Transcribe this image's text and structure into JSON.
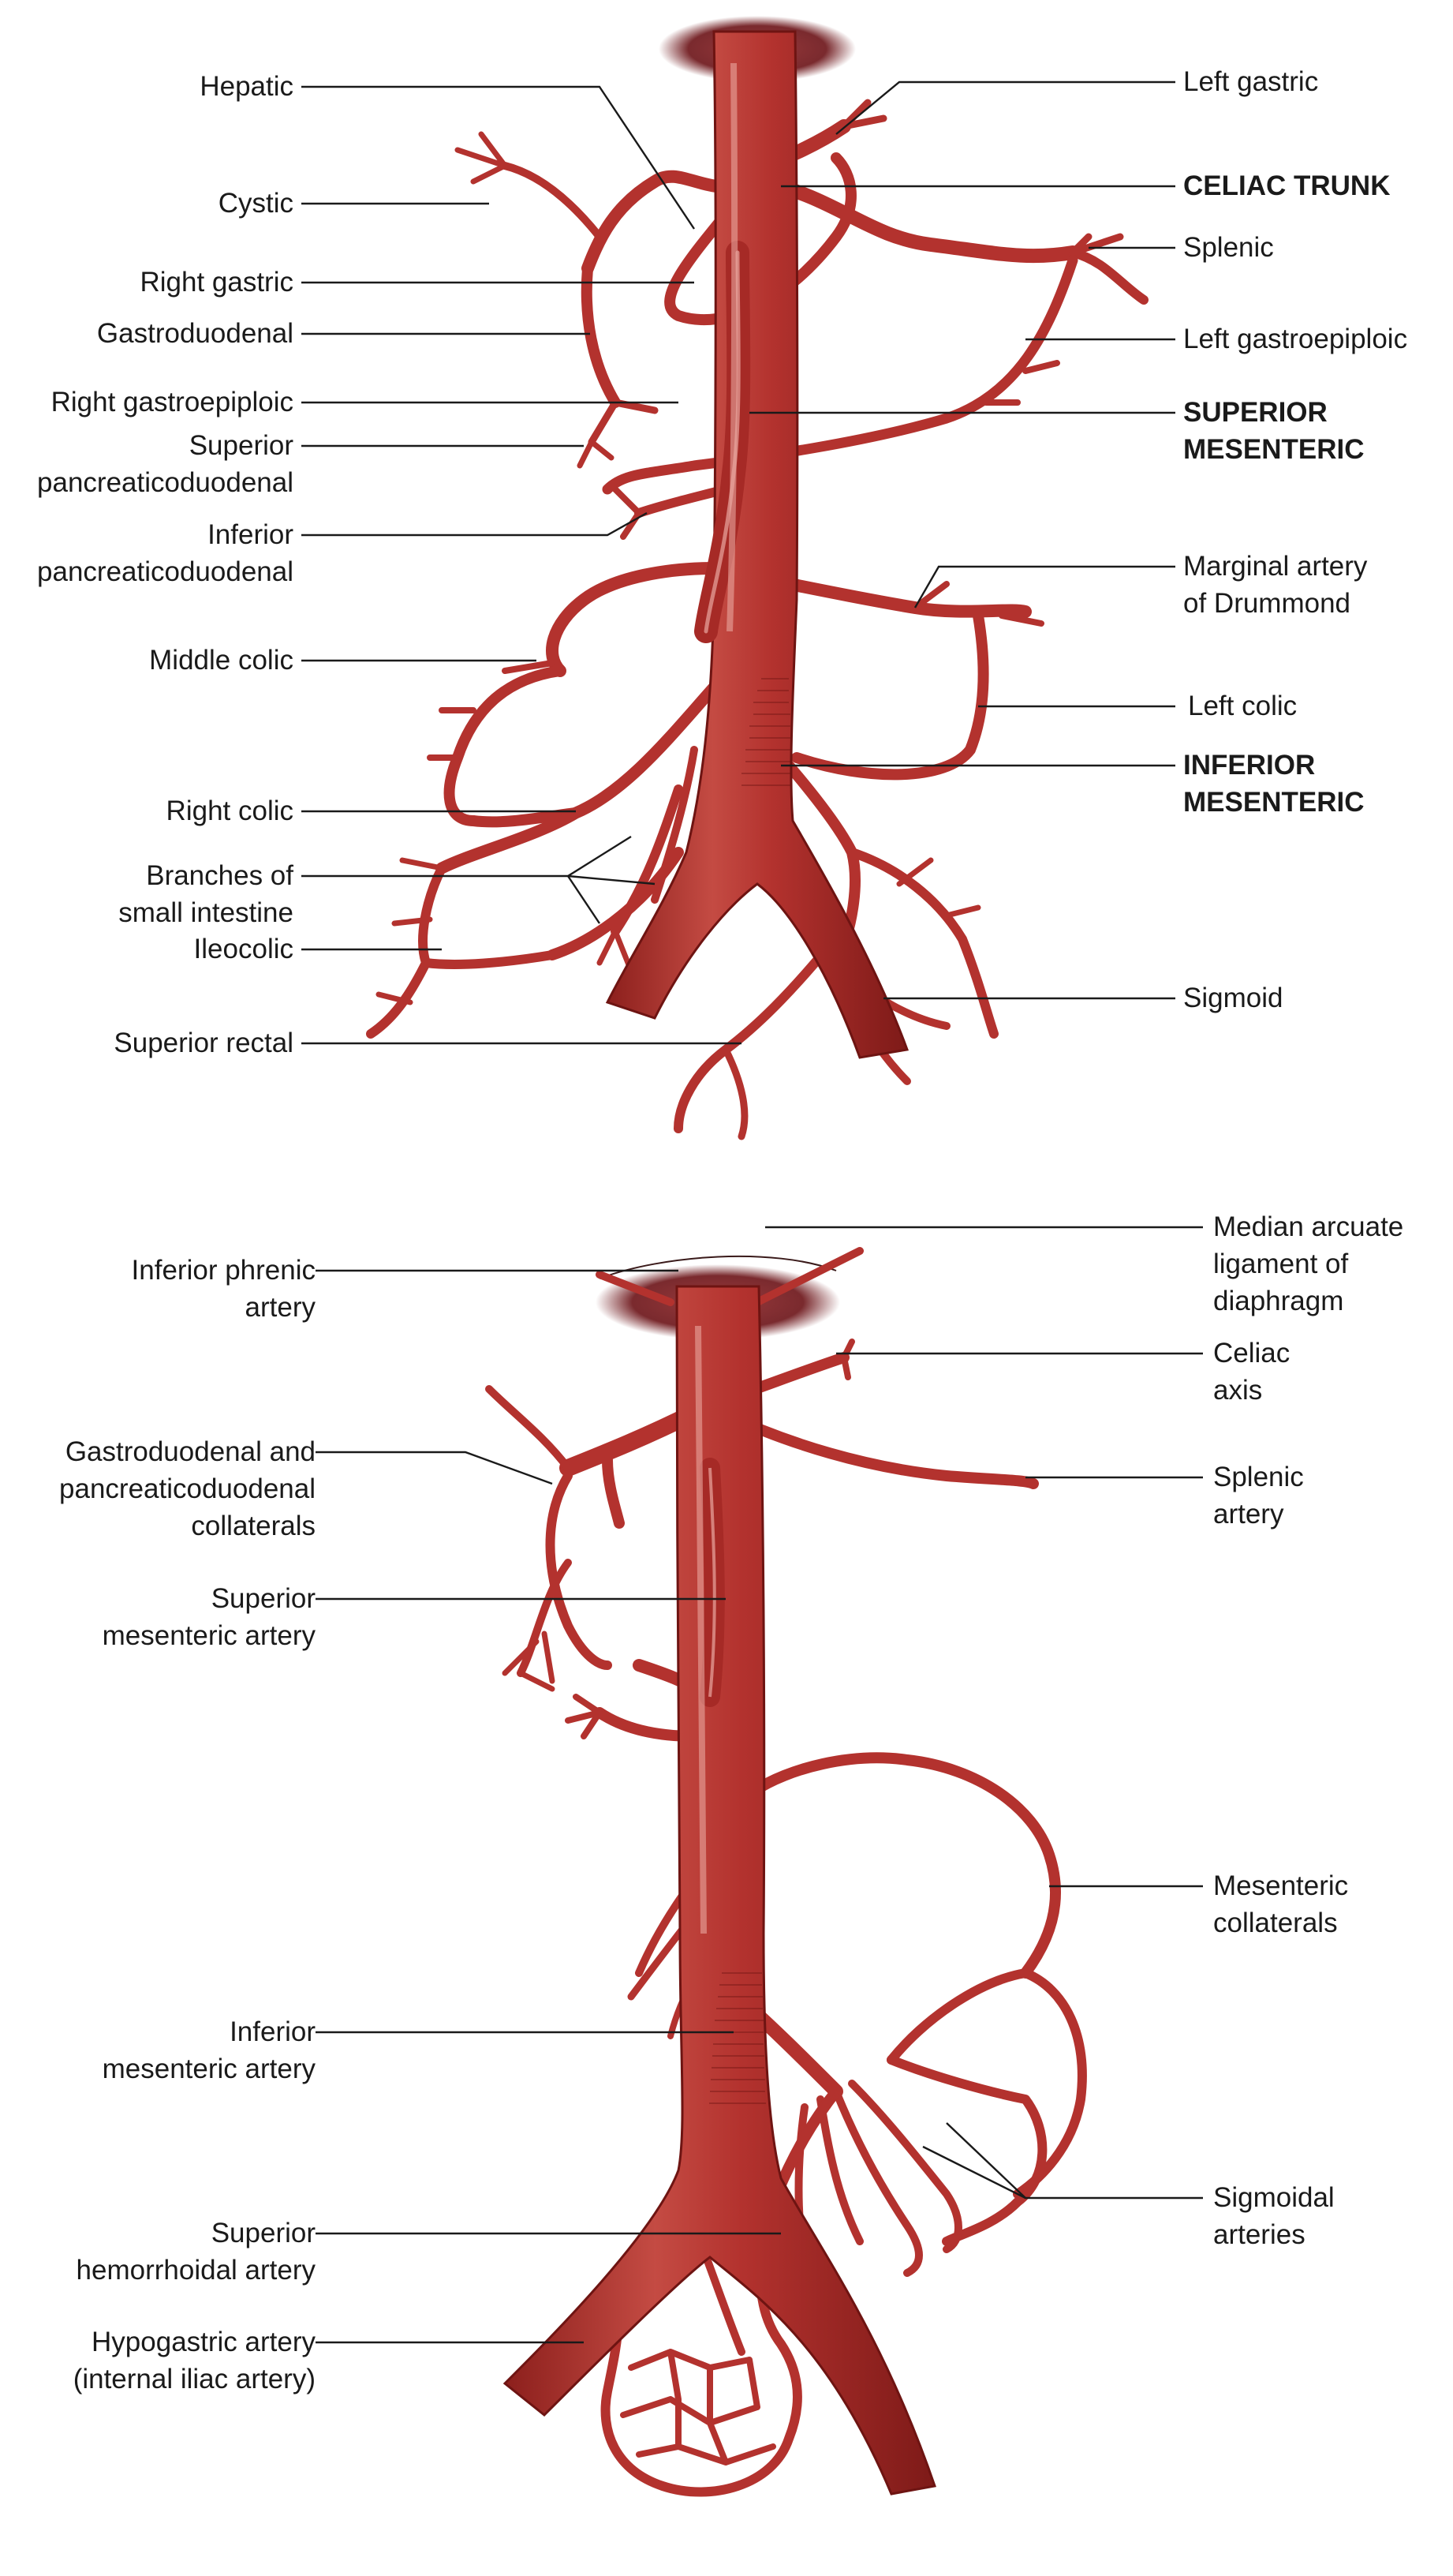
{
  "colors": {
    "artery": "#b3322e",
    "artery_dark": "#6e1412",
    "artery_highlight": "#e9a79f",
    "diaphragm": "#7a2a2e",
    "leader_line": "#1a1a1a",
    "label_text": "#1a1a1a",
    "background": "#ffffff"
  },
  "diagram_top": {
    "left_labels": {
      "hepatic": "Hepatic",
      "cystic": "Cystic",
      "right_gastric": "Right gastric",
      "gastroduodenal": "Gastroduodenal",
      "right_gastroepiploic": "Right gastroepiploic",
      "superior_pancreaticoduodenal": "Superior\npancreaticoduodenal",
      "inferior_pancreaticoduodenal": "Inferior\npancreaticoduodenal",
      "middle_colic": "Middle colic",
      "right_colic": "Right colic",
      "branches_small_intestine": "Branches of\nsmall intestine",
      "ileocolic": "Ileocolic",
      "superior_rectal": "Superior rectal"
    },
    "right_labels": {
      "left_gastric": "Left gastric",
      "celiac_trunk": "CELIAC TRUNK",
      "splenic": "Splenic",
      "left_gastroepiploic": "Left gastroepiploic",
      "superior_mesenteric": "SUPERIOR\nMESENTERIC",
      "marginal_artery": "Marginal artery\nof Drummond",
      "left_colic": "Left colic",
      "inferior_mesenteric": "INFERIOR\nMESENTERIC",
      "sigmoid": "Sigmoid"
    }
  },
  "diagram_bottom": {
    "left_labels": {
      "inferior_phrenic": "Inferior phrenic\nartery",
      "gastroduodenal_collaterals": "Gastroduodenal and\npancreaticoduodenal\ncollaterals",
      "superior_mesenteric_artery": "Superior\nmesenteric artery",
      "inferior_mesenteric_artery": "Inferior\nmesenteric artery",
      "superior_hemorrhoidal": "Superior\nhemorrhoidal artery",
      "hypogastric": "Hypogastric artery\n(internal iliac artery)"
    },
    "right_labels": {
      "median_arcuate": "Median arcuate\nligament of\ndiaphragm",
      "celiac_axis": "Celiac\naxis",
      "splenic_artery": "Splenic\nartery",
      "mesenteric_collaterals": "Mesenteric\ncollaterals",
      "sigmoidal_arteries": "Sigmoidal\narteries"
    }
  }
}
